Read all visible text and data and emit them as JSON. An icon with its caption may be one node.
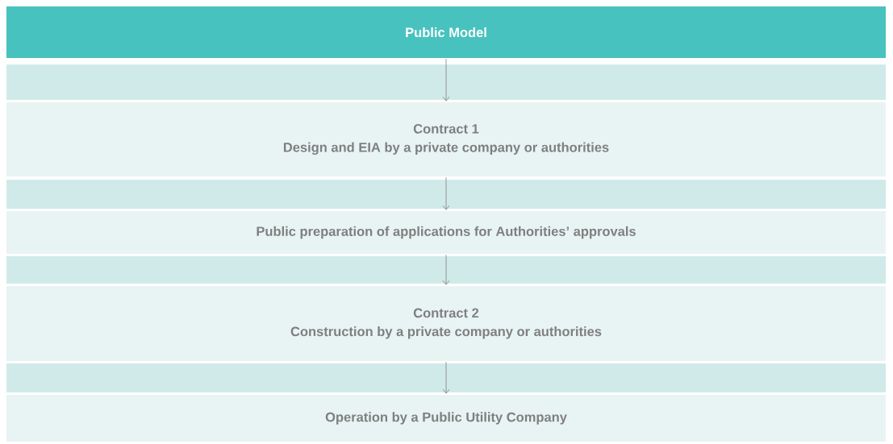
{
  "diagram": {
    "nodes": [
      {
        "text": [
          "Public Model"
        ]
      },
      {
        "text": [
          "Contract 1",
          "Design and EIA by a private company or authorities"
        ]
      },
      {
        "text": [
          "Public preparation of applications for Authorities’ approvals"
        ]
      },
      {
        "text": [
          "Contract 2",
          "Construction by a private company or authorities"
        ]
      },
      {
        "text": [
          "Operation by a Public Utility Company"
        ]
      }
    ],
    "edges": [
      {
        "from": 0,
        "to": 1,
        "arrow": "to"
      },
      {
        "from": 1,
        "to": 2,
        "arrow": "to"
      },
      {
        "from": 2,
        "to": 3,
        "arrow": "to"
      },
      {
        "from": 3,
        "to": 4,
        "arrow": "to"
      }
    ]
  }
}
